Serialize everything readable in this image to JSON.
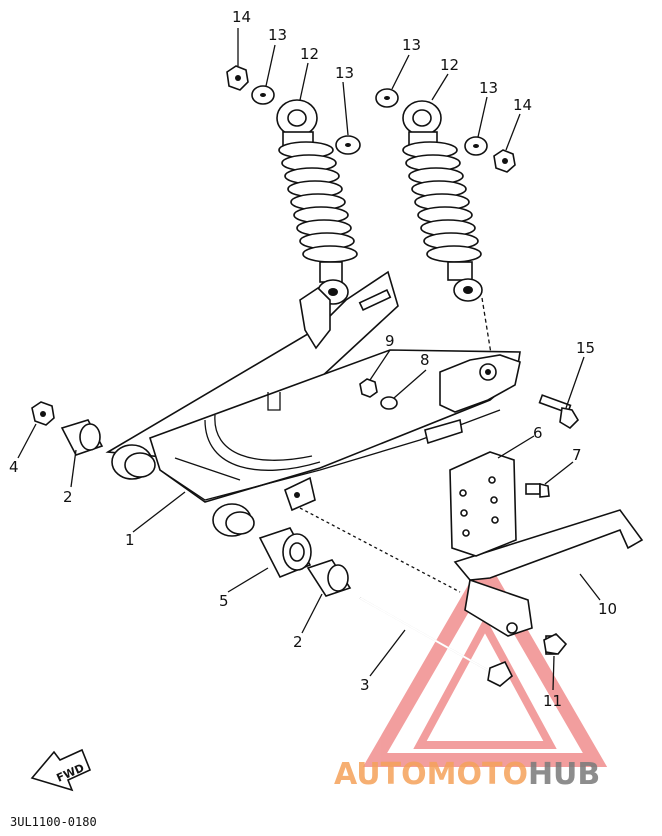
{
  "callouts": [
    "14",
    "13",
    "12",
    "13",
    "13",
    "12",
    "13",
    "14",
    "9",
    "8",
    "15",
    "6",
    "7",
    "4",
    "2",
    "1",
    "5",
    "2",
    "10",
    "3",
    "11"
  ],
  "arrow_label": "FWD",
  "drawing_code": "3UL1100-0180",
  "watermark": {
    "part1": "AUTOMOTO",
    "part2": "HUB",
    "color1": "#f5a25a",
    "color2": "#7a7a7a",
    "triangle_color": "#e85050"
  }
}
